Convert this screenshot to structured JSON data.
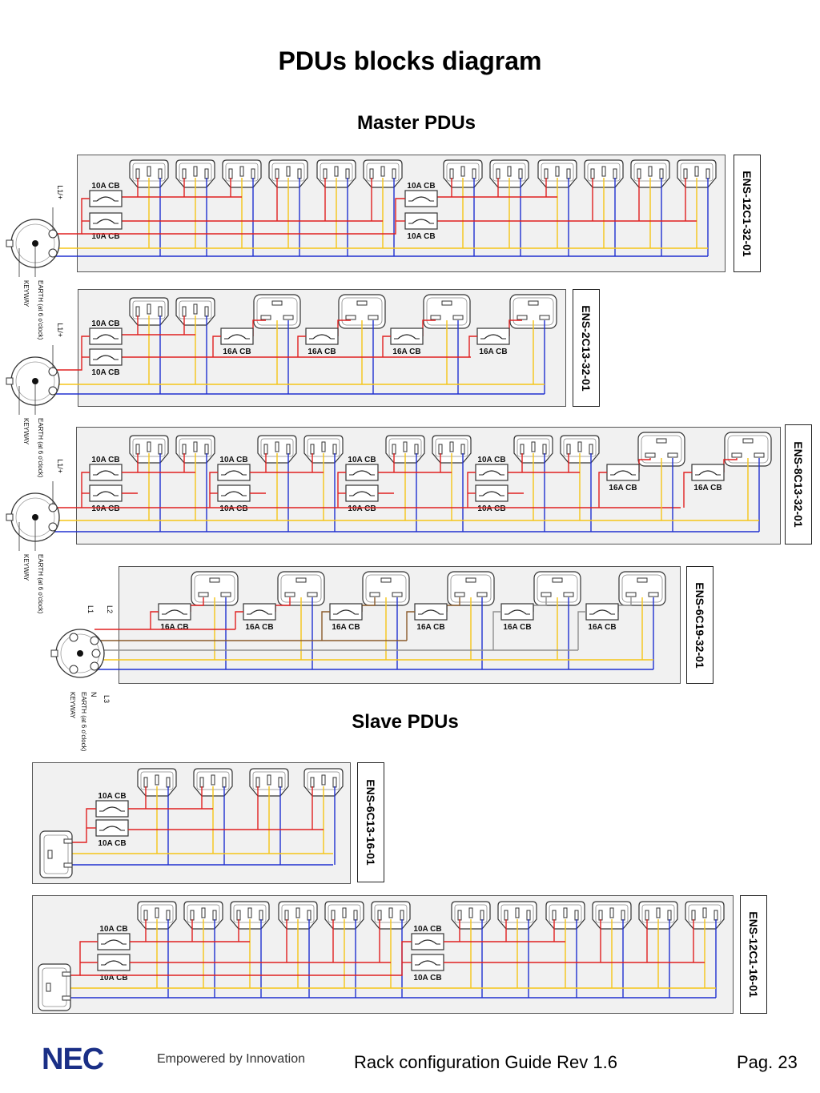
{
  "page": {
    "title": "PDUs blocks diagram",
    "master_heading": "Master PDUs",
    "slave_heading": "Slave PDUs"
  },
  "colors": {
    "line_live": "#e02020",
    "line_neutral": "#2030d0",
    "line_earth": "#f5c518",
    "line_l2": "#8a5a2b",
    "line_l3": "#909090",
    "panel": "#f1f1f1"
  },
  "breaker_labels": {
    "c10a": "10A CB",
    "c16a": "16A CB"
  },
  "connector_labels": {
    "l1_plus": "L1/+",
    "l1": "L1",
    "l2": "L2",
    "l3": "L3",
    "n": "N",
    "keyway": "KEYWAY",
    "earth": "EARTH (at 6 o'clock)"
  },
  "pdus": [
    {
      "id": "ENS-12C1-32-01",
      "group": "master"
    },
    {
      "id": "ENS-2C13-32-01",
      "group": "master"
    },
    {
      "id": "ENS-8C13-32-01",
      "group": "master"
    },
    {
      "id": "ENS-6C19-32-01",
      "group": "master"
    },
    {
      "id": "ENS-6C13-16-01",
      "group": "slave"
    },
    {
      "id": "ENS-12C1-16-01",
      "group": "slave"
    }
  ],
  "footer": {
    "logo": "NEC",
    "tagline": "Empowered by Innovation",
    "guide": "Rack configuration Guide Rev 1.6",
    "page": "Pag. 23"
  }
}
